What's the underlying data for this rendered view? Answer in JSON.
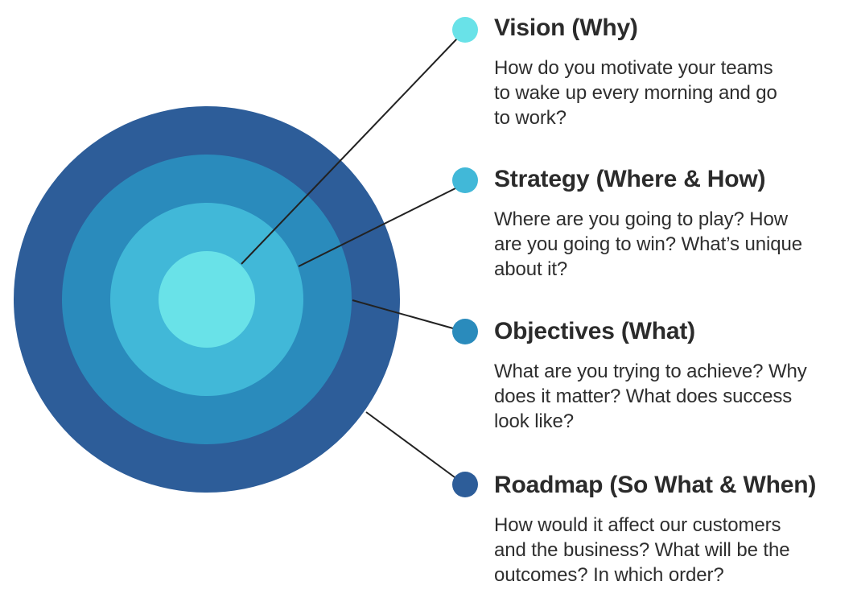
{
  "items": [
    {
      "title": "Vision (Why)",
      "description": "How do you motivate your teams\nto wake up every morning and go\nto work?",
      "color": "#69e2e8"
    },
    {
      "title": "Strategy (Where & How)",
      "description": "Where are you going to play? How\nare you going to win? What’s unique\nabout it?",
      "color": "#41b8d8"
    },
    {
      "title": "Objectives (What)",
      "description": "What are you trying to achieve? Why\ndoes it matter? What does success\nlook like?",
      "color": "#2a8bbc"
    },
    {
      "title": "Roadmap (So What & When)",
      "description": "How would it affect our customers\nand the business? What will be the\noutcomes? In which order?",
      "color": "#2d5d99"
    }
  ],
  "connector_color": "#222222"
}
